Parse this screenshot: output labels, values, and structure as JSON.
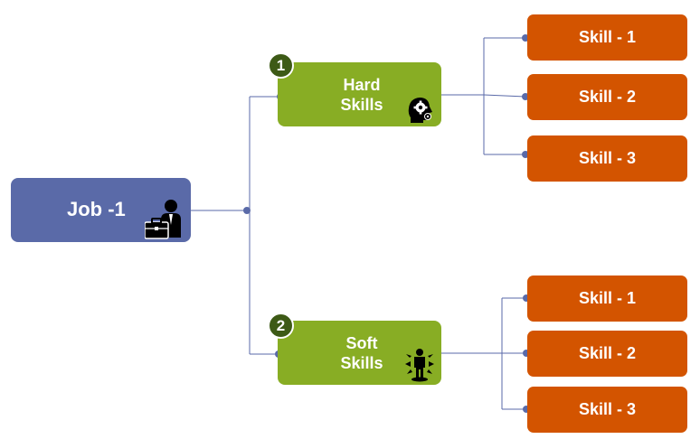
{
  "colors": {
    "job": "#5a6aa8",
    "category": "#88ad24",
    "skill": "#d35400",
    "badge": "#3d5a16",
    "connector": "#5a6aa8"
  },
  "root": {
    "label": "Job -1",
    "icon": "businessman-briefcase-icon"
  },
  "branches": [
    {
      "number": "1",
      "label_line1": "Hard",
      "label_line2": "Skills",
      "icon": "head-gear-icon",
      "skills": [
        "Skill - 1",
        "Skill - 2",
        "Skill - 3"
      ]
    },
    {
      "number": "2",
      "label_line1": "Soft",
      "label_line2": "Skills",
      "icon": "person-arrows-icon",
      "skills": [
        "Skill - 1",
        "Skill - 2",
        "Skill - 3"
      ]
    }
  ]
}
